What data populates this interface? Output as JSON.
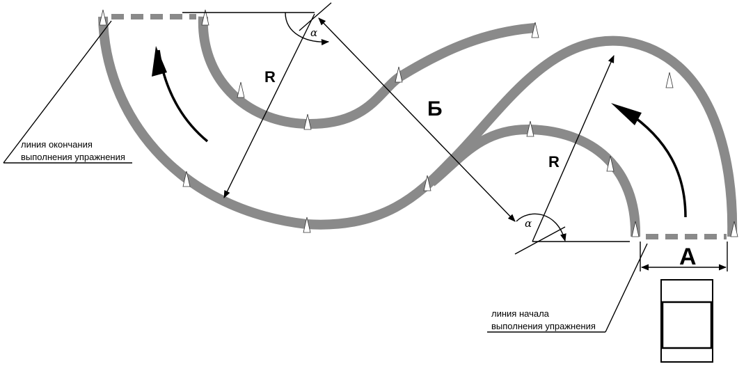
{
  "labels": {
    "radius_left": "R",
    "radius_right": "R",
    "section_b": "Б",
    "width_a": "А",
    "angle_top": "α",
    "angle_bottom": "α"
  },
  "finish_line": {
    "line1": "линия окончания",
    "line2": "выполнения упражнения"
  },
  "start_line": {
    "line1": "линия начала",
    "line2": "выполнения упражнения"
  },
  "colors": {
    "track": "#8a8a8a",
    "cone": "#ffffff",
    "ink": "#000000"
  }
}
